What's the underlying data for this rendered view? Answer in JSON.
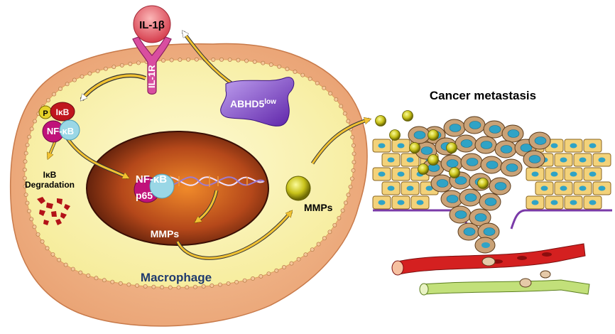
{
  "labels": {
    "il1b": "IL-1β",
    "il1r": "IL-1R",
    "abhd5_base": "ABHD5",
    "abhd5_sup": "low",
    "p": "P",
    "ikb": "IκB",
    "nfkb": "NF-κB",
    "ikb_deg_line1": "IκB",
    "ikb_deg_line2": "Degradation",
    "nucleus_nf": "NF-κB",
    "nucleus_p65": "p65",
    "mmps_nucleus": "MMPs",
    "mmps_vesicle": "MMPs",
    "macrophage": "Macrophage",
    "cancer_metastasis": "Cancer metastasis"
  },
  "colors": {
    "cell_body": "#fbf5b4",
    "cell_outer": "#f2b98a",
    "membrane_dot": "#f6c79a",
    "nucleus": "#7a2d0e",
    "arrow": "#f1c232",
    "abhd5": "#7a3fc4",
    "il1b": "#e0505a",
    "tissue_cell": "#f3d27a",
    "tumor_cell": "#c9a277",
    "nuclei_blue": "#2fa3c6",
    "vessel_red": "#c81e1e",
    "vessel_green": "#a8d35a"
  }
}
